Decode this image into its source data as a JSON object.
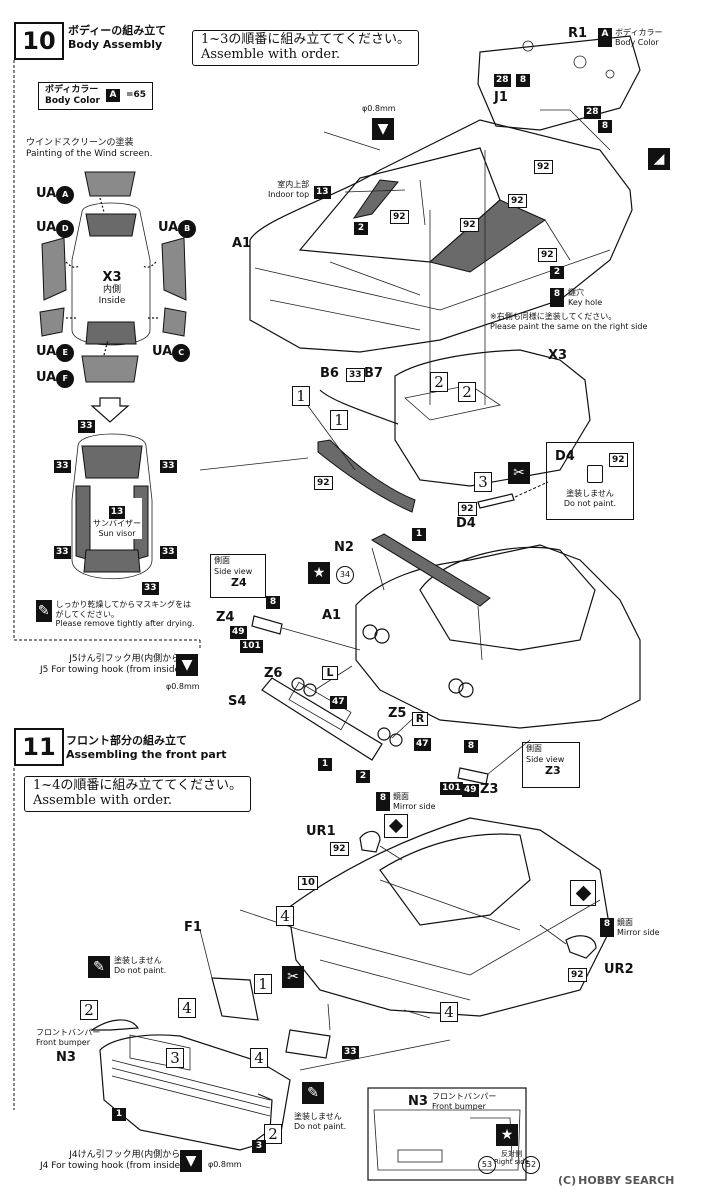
{
  "step10": {
    "number": "10",
    "title_jp": "ボディーの組み立て",
    "title_en": "Body Assembly",
    "order_jp": "1~3の順番に組み立ててください。",
    "order_en": "Assemble with order.",
    "body_color_jp": "ボディカラー",
    "body_color_en": "Body Color",
    "body_color_code": "A",
    "body_color_value": "=65",
    "windscreen_jp": "ウインドスクリーンの塗装",
    "windscreen_en": "Painting of the Wind screen.",
    "ua_labels": [
      "UA",
      "UA",
      "UA",
      "UA",
      "UA",
      "UA"
    ],
    "ua_letters": [
      "A",
      "D",
      "B",
      "E",
      "C",
      "F"
    ],
    "x3_label": "X3",
    "inside_jp": "内側",
    "inside_en": "Inside",
    "c33": "33",
    "c13": "13",
    "sunvisor_jp": "サンバイザー",
    "sunvisor_en": "Sun visor",
    "masking_jp": "しっかり乾燥してからマスキングをはがしてください。",
    "masking_en": "Please remove tightly after drying.",
    "r1": "R1",
    "r1_color_jp": "ボディカラー",
    "r1_color_en": "Body Color",
    "r1_color_code": "A",
    "j1": "J1",
    "c28a": "28",
    "c8a": "8",
    "c28b": "28",
    "c8b": "8",
    "phi": "φ0.8mm",
    "indoor_jp": "室内上部",
    "indoor_en": "Indoor top",
    "c92a": "92",
    "c2a": "2",
    "c92b": "92",
    "c92c": "92",
    "c92d": "92",
    "c92e": "92",
    "c2b": "2",
    "a1": "A1",
    "keyhole_jp": "鍵穴",
    "keyhole_en": "Key hole",
    "right_side_jp": "※右側も同様に塗装してください。",
    "right_side_en": "Please paint the same on the right side",
    "x3": "X3",
    "b6": "B6",
    "b7": "B7",
    "c33b": "33",
    "sq1a": "1",
    "sq1b": "1",
    "sq2a": "2",
    "sq2b": "2",
    "sq3": "3",
    "c92f": "92",
    "d4": "D4",
    "d4b": "D4",
    "c92g": "92",
    "c92h": "92",
    "not_paint_jp": "塗装しません",
    "not_paint_en": "Do not paint.",
    "n2": "N2",
    "c34": "34",
    "c1a": "1",
    "a1b": "A1",
    "side_view_jp": "側面",
    "side_view_en": "Side view",
    "z4": "Z4",
    "z4b": "Z4",
    "c8c": "8",
    "c49a": "49",
    "c101a": "101",
    "j5_jp": "J5けん引フック用(内側から)",
    "j5_en": "J5 For towing hook (from inside)",
    "phi2": "φ0.8mm",
    "z6": "Z6",
    "l": "L",
    "c47a": "47",
    "s4": "S4",
    "c1b": "1",
    "c2c": "2",
    "z5": "Z5",
    "r": "R",
    "c47b": "47"
  },
  "step11": {
    "number": "11",
    "title_jp": "フロント部分の組み立て",
    "title_en": "Assembling the front part",
    "order_jp": "1~4の順番に組み立ててください。",
    "order_en": "Assemble with order.",
    "c8d": "8",
    "side_view_jp": "側面",
    "side_view_en": "Side view",
    "z3": "Z3",
    "z3b": "Z3",
    "c101b": "101",
    "c49b": "49",
    "c8e": "8",
    "mirror_jp": "鏡面",
    "mirror_en": "Mirror side",
    "ur1": "UR1",
    "c92i": "92",
    "c10": "10",
    "c8f": "8",
    "mirror2_jp": "鏡面",
    "mirror2_en": "Mirror side",
    "ur2": "UR2",
    "c92j": "92",
    "f1": "F1",
    "not_paint_jp": "塗装しません",
    "not_paint_en": "Do not paint.",
    "sq4a": "4",
    "sq4b": "4",
    "sq4c": "4",
    "sq4d": "4",
    "sq1": "1",
    "sq2a": "2",
    "sq2b": "2",
    "sq3": "3",
    "bumper_jp": "フロントバンパー",
    "bumper_en": "Front bumper",
    "n3": "N3",
    "c1": "1",
    "c3": "3",
    "c33": "33",
    "not_paint2_jp": "塗装しません",
    "not_paint2_en": "Do not paint.",
    "j4_jp": "J4けん引フック用(内側から)",
    "j4_en": "J4 For towing hook (from inside)",
    "phi3": "φ0.8mm",
    "inset_n3": "N3",
    "inset_jp": "フロントバンパー",
    "inset_en": "Front bumper",
    "inset_other_jp": "反対側",
    "inset_other_en": "Right side",
    "c53": "53",
    "c52": "52"
  },
  "watermark": "HOBBY SEARCH",
  "watermark_copy": "(C)"
}
